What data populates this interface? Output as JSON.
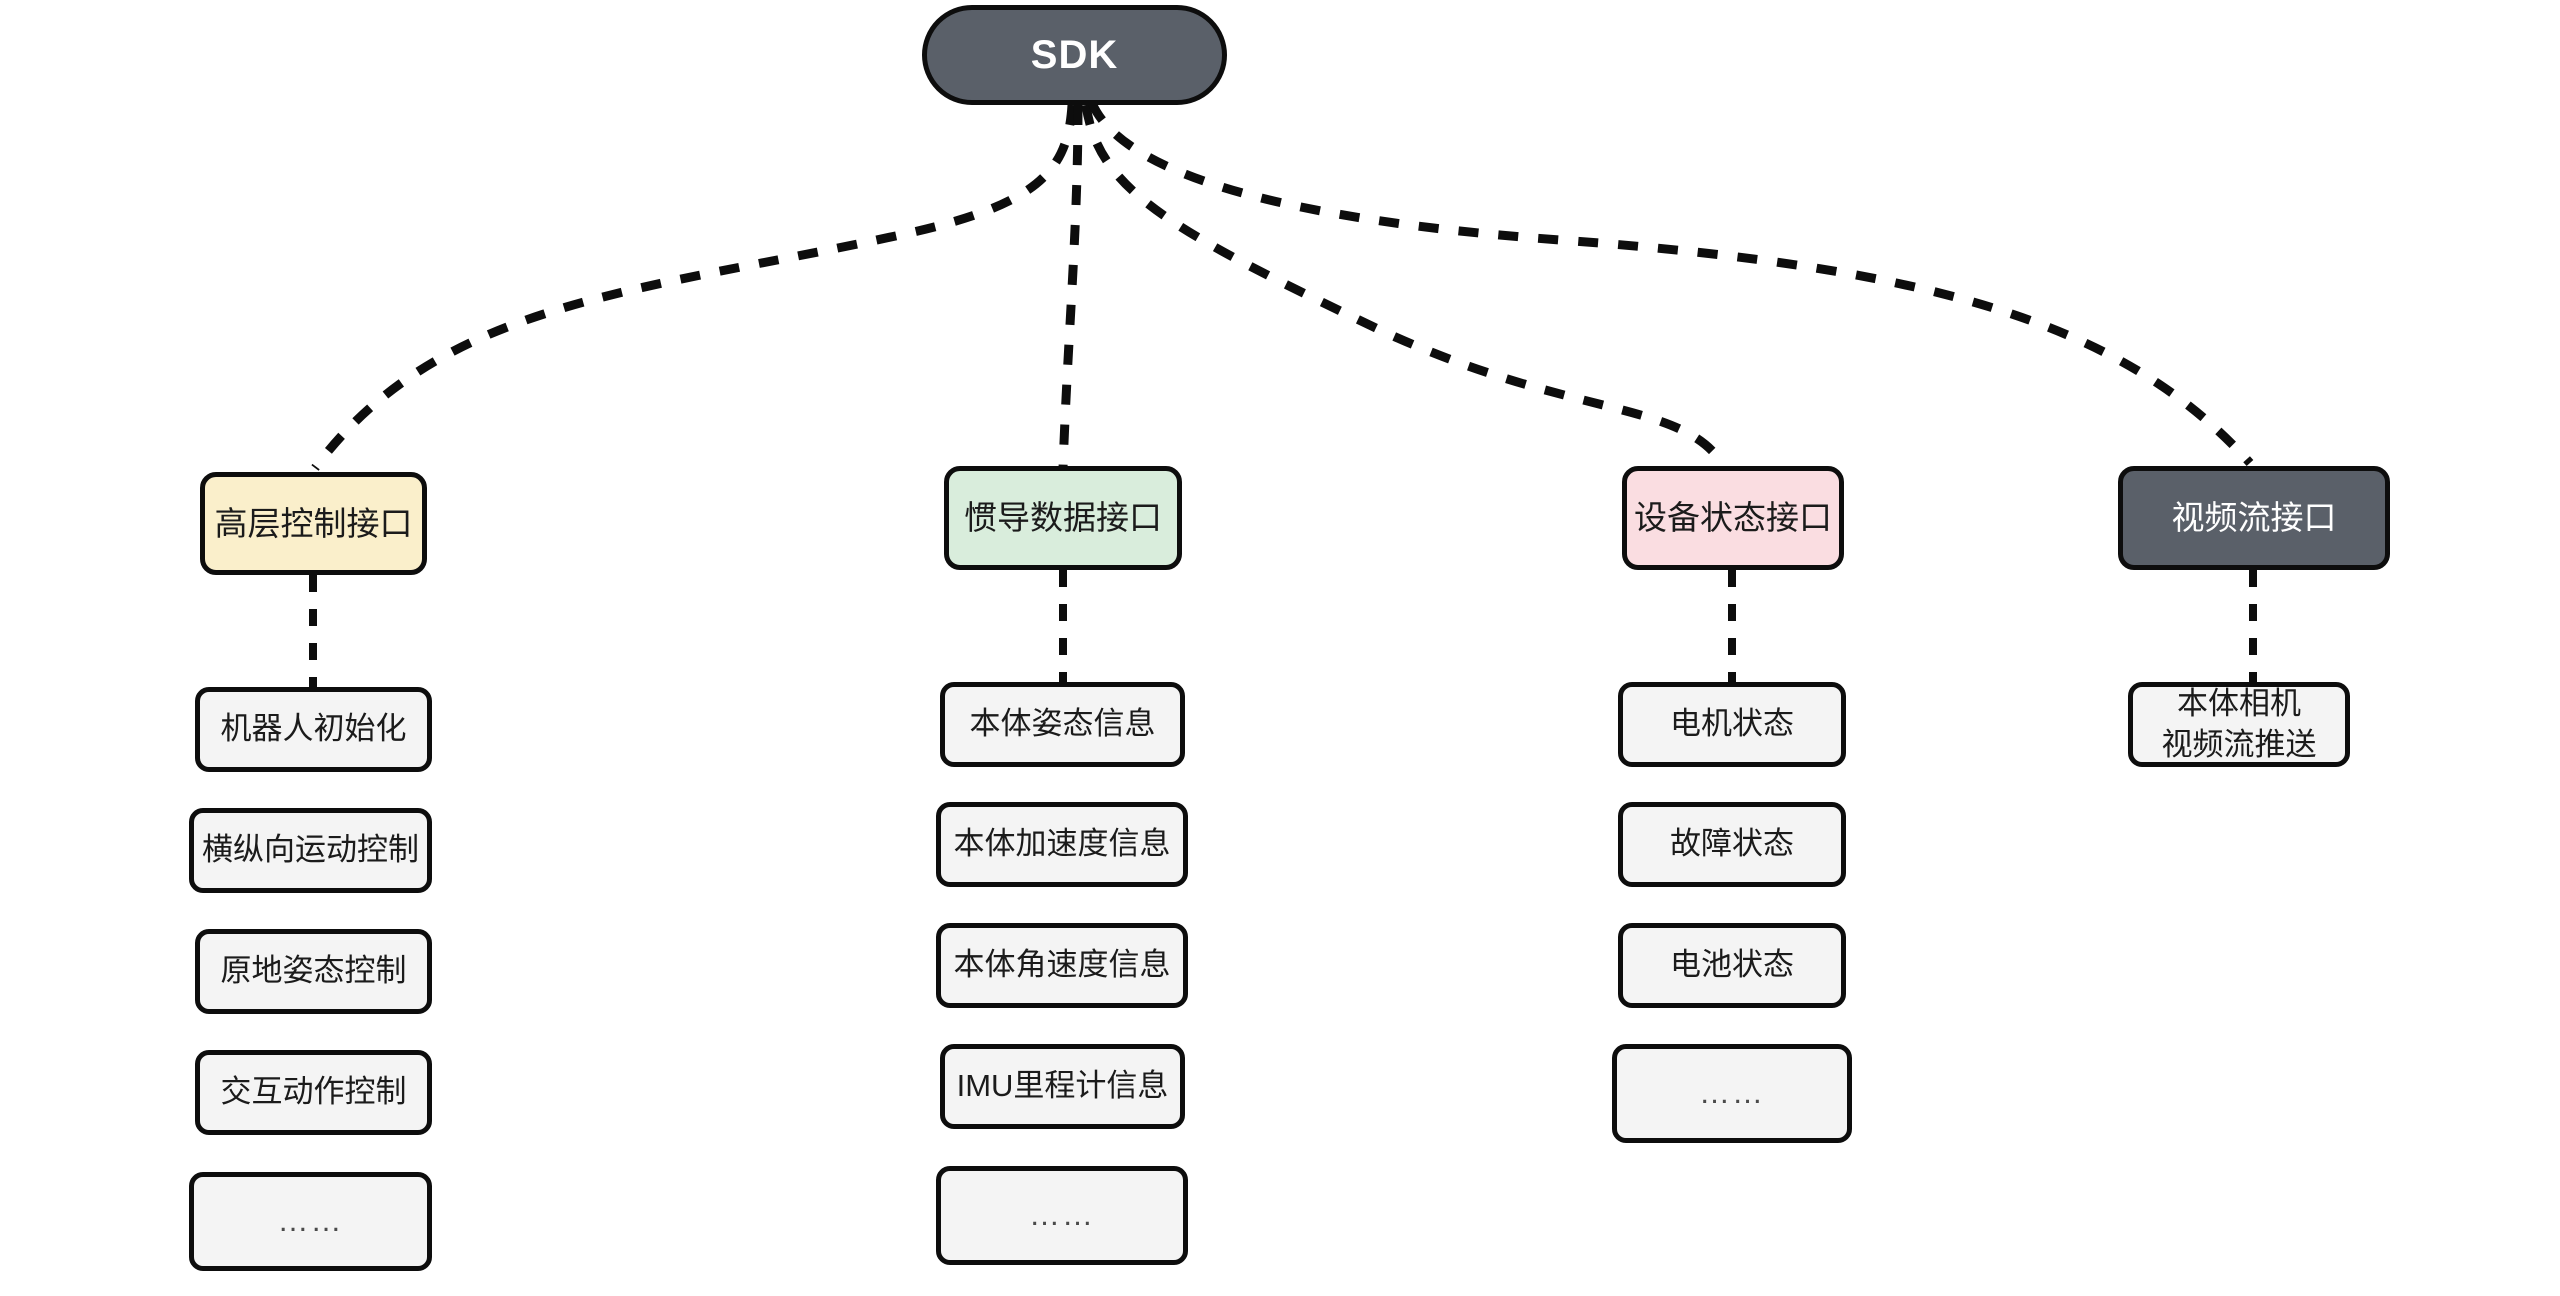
{
  "diagram": {
    "title": "SDK",
    "type": "tree",
    "orientation": "top-down",
    "edge_style": "dashed",
    "colors": {
      "root_fill": "#5a6069",
      "root_text": "#ffffff",
      "cream_fill": "#faefcb",
      "green_fill": "#d9eddc",
      "pink_fill": "#fadde1",
      "dark_fill": "#5a6069",
      "leaf_fill": "#f4f4f4",
      "border": "#0d0d0d",
      "background": "#ffffff"
    }
  },
  "root": {
    "label": "SDK"
  },
  "branches": [
    {
      "id": "high-level-control",
      "label": "高层控制接口",
      "theme": "cream",
      "children": [
        {
          "label": "机器人初始化"
        },
        {
          "label": "横纵向运动控制"
        },
        {
          "label": "原地姿态控制"
        },
        {
          "label": "交互动作控制"
        },
        {
          "label": "……",
          "ellipsis": true
        }
      ]
    },
    {
      "id": "inertial-navigation-data",
      "label": "惯导数据接口",
      "theme": "green",
      "children": [
        {
          "label": "本体姿态信息"
        },
        {
          "label": "本体加速度信息"
        },
        {
          "label": "本体角速度信息"
        },
        {
          "label": "IMU里程计信息"
        },
        {
          "label": "……",
          "ellipsis": true
        }
      ]
    },
    {
      "id": "device-status",
      "label": "设备状态接口",
      "theme": "pink",
      "children": [
        {
          "label": "电机状态"
        },
        {
          "label": "故障状态"
        },
        {
          "label": "电池状态"
        },
        {
          "label": "……",
          "ellipsis": true
        }
      ]
    },
    {
      "id": "video-stream",
      "label": "视频流接口",
      "theme": "dark",
      "children": [
        {
          "label": "本体相机\n视频流推送"
        }
      ]
    }
  ]
}
